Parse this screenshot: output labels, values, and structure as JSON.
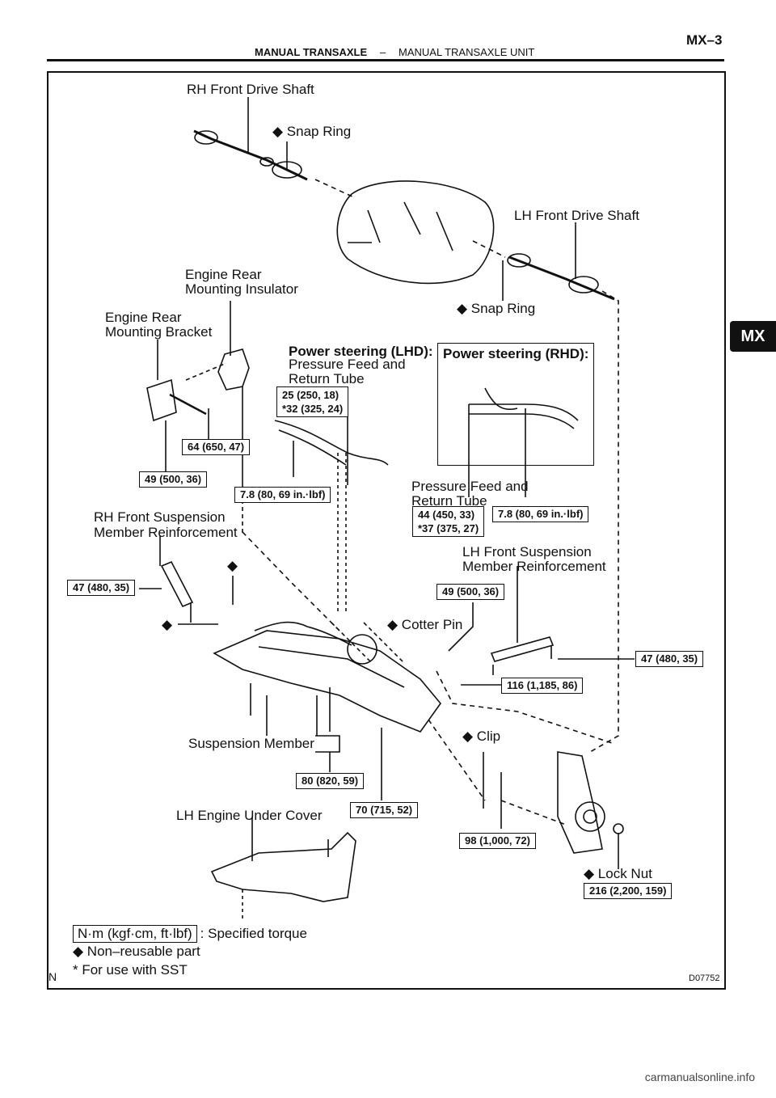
{
  "header": {
    "page_code": "MX–3",
    "section": "MANUAL TRANSAXLE",
    "separator": "–",
    "subsection": "MANUAL TRANSAXLE UNIT",
    "tab": "MX"
  },
  "labels": {
    "rh_drive_shaft": "RH Front Drive Shaft",
    "snap_ring_top": "◆ Snap Ring",
    "lh_drive_shaft": "LH Front Drive Shaft",
    "engine_rear_mounting_insulator_1": "Engine Rear",
    "engine_rear_mounting_insulator_2": "Mounting Insulator",
    "snap_ring_mid": "◆ Snap Ring",
    "engine_rear_bracket_1": "Engine Rear",
    "engine_rear_bracket_2": "Mounting Bracket",
    "ps_lhd_1": "Power steering (LHD):",
    "ps_lhd_2": "Pressure Feed and",
    "ps_lhd_3": "Return Tube",
    "ps_rhd": "Power steering (RHD):",
    "pressure_feed_1": "Pressure Feed and",
    "pressure_feed_2": "Return Tube",
    "rh_susp_reinf_1": "RH Front Suspension",
    "rh_susp_reinf_2": "Member Reinforcement",
    "lh_susp_reinf_1": "LH Front Suspension",
    "lh_susp_reinf_2": "Member Reinforcement",
    "cotter_pin": "◆ Cotter Pin",
    "diamond_a": "◆",
    "diamond_b": "◆",
    "clip": "◆ Clip",
    "suspension_member": "Suspension Member",
    "lh_engine_under_cover": "LH Engine Under Cover",
    "lock_nut": "◆ Lock Nut"
  },
  "torques": {
    "t25": "25 (250, 18)",
    "t32": "*32 (325, 24)",
    "t64": "64 (650, 47)",
    "t49a": "49 (500, 36)",
    "t78a": "7.8 (80, 69 in.·lbf)",
    "t44": "44 (450, 33)",
    "t37": "*37 (375, 27)",
    "t78b": "7.8 (80, 69 in.·lbf)",
    "t47a": "47 (480, 35)",
    "t49b": "49 (500, 36)",
    "t47b": "47 (480, 35)",
    "t116": "116 (1,185, 86)",
    "t80": "80 (820, 59)",
    "t70": "70 (715, 52)",
    "t98": "98 (1,000, 72)",
    "t216": "216 (2,200, 159)"
  },
  "legend": {
    "unit_box": "N·m (kgf·cm, ft·lbf)",
    "unit_text": ": Specified torque",
    "nonreusable": "◆  Non–reusable part",
    "sst": "* For use with SST",
    "corner_n": "N",
    "figure_code": "D07752"
  },
  "footer": "carmanualsonline.info"
}
